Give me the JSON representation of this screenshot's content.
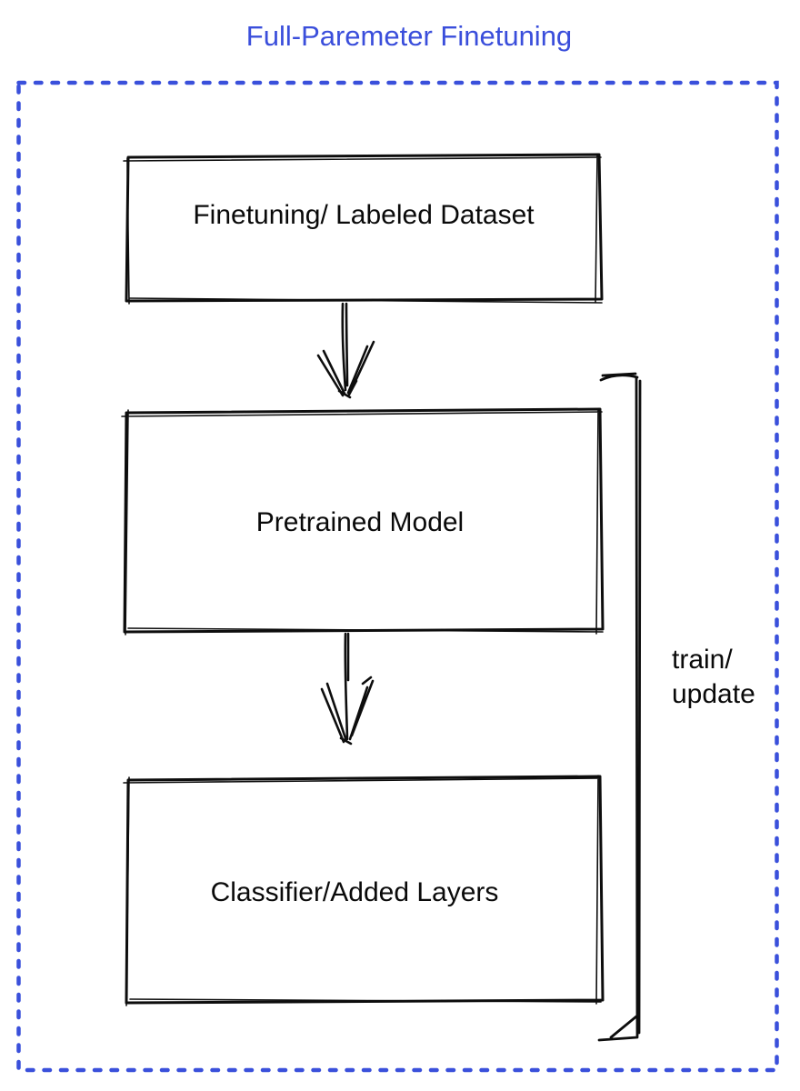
{
  "title": "Full-Paremeter Finetuning",
  "colors": {
    "title": "#3a4edb",
    "boundary_dash": "#3a50db",
    "node_dataset_fill": "#878e97",
    "node_pretrained_fill": "#4a6fe9",
    "node_classifier_fill": "#3ebd5a",
    "ink": "#0d0d0d"
  },
  "diagram": {
    "type": "flowchart",
    "nodes": [
      {
        "id": "dataset",
        "label": "Finetuning/ Labeled Dataset",
        "fill": "#878e97"
      },
      {
        "id": "pretrained",
        "label": "Pretrained Model",
        "fill": "#4a6fe9"
      },
      {
        "id": "classifier",
        "label": "Classifier/Added Layers",
        "fill": "#3ebd5a"
      }
    ],
    "edges": [
      {
        "from": "dataset",
        "to": "pretrained",
        "style": "sketch-arrow-down"
      },
      {
        "from": "pretrained",
        "to": "classifier",
        "style": "sketch-arrow-down"
      }
    ],
    "bracket_annotation": {
      "line1": "train/",
      "line2": "update",
      "spans": "pretrained + classifier"
    }
  }
}
